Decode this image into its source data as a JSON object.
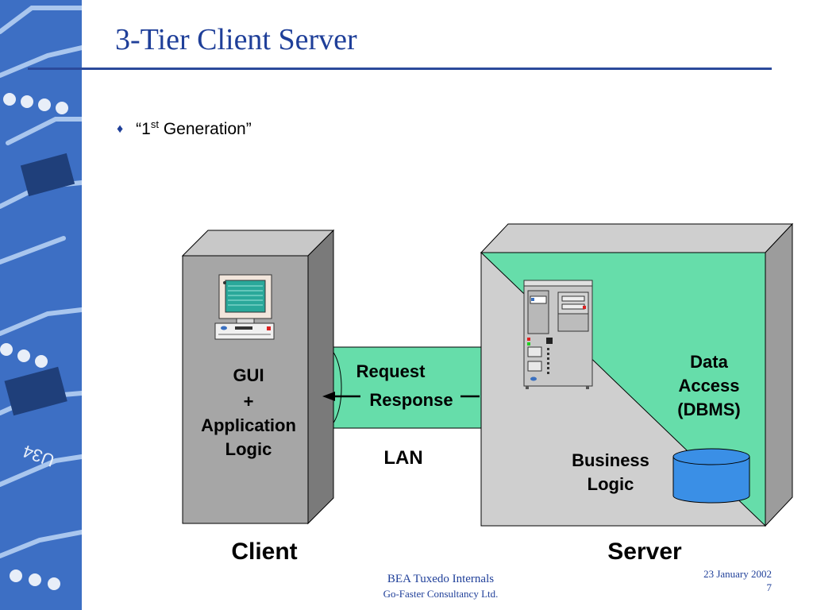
{
  "slide": {
    "title": "3-Tier Client Server",
    "bullet": {
      "open_quote": "“1",
      "superscript": "st",
      "rest": " Generation”"
    }
  },
  "diagram": {
    "client_box": {
      "lines": [
        "GUI",
        "+",
        "Application",
        "Logic"
      ],
      "caption": "Client"
    },
    "server_box": {
      "data_access_lines": [
        "Data",
        "Access",
        "(DBMS)"
      ],
      "business_logic_lines": [
        "Business",
        "Logic"
      ],
      "caption": "Server"
    },
    "network": {
      "request_label": "Request",
      "response_label": "Response",
      "lan_label": "LAN"
    },
    "colors": {
      "client_face": "#a6a6a6",
      "client_side": "#7a7a7a",
      "server_face": "#cfcfcf",
      "server_green": "#66ddaa",
      "pipe": "#66ddaa",
      "database": "#3a8fe6",
      "monitor_screen": "#2aa89a"
    }
  },
  "footer": {
    "line1": "BEA Tuxedo Internals",
    "line2": "Go-Faster Consultancy Ltd.",
    "date": "23 January 2002",
    "page": "7"
  }
}
